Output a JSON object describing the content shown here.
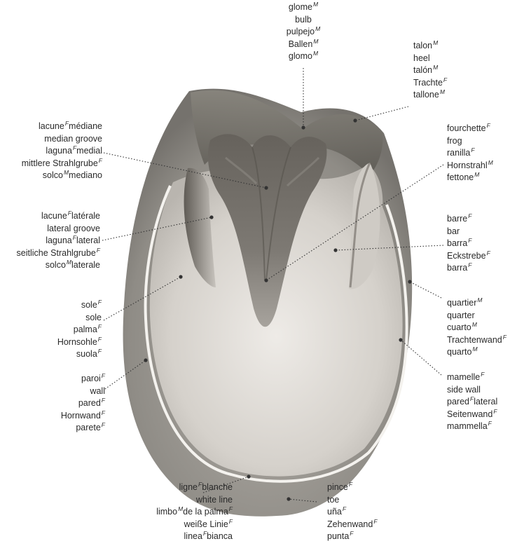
{
  "diagram": {
    "colors": {
      "wall": "#8f8c86",
      "sole": "#d9d5cf",
      "frog": "#6f6b65",
      "white_line": "#f4f2ee",
      "leader": "#333333"
    },
    "labels": [
      {
        "key": "glome",
        "lines": [
          {
            "w": "glome",
            "g": "M"
          },
          {
            "w": "bulb",
            "g": ""
          },
          {
            "w": "pulpejo",
            "g": "M"
          },
          {
            "w": "Ballen",
            "g": "M"
          },
          {
            "w": "glomo",
            "g": "M"
          }
        ]
      },
      {
        "key": "talon",
        "lines": [
          {
            "w": "talon",
            "g": "M"
          },
          {
            "w": "heel",
            "g": ""
          },
          {
            "w": "talón",
            "g": "M"
          },
          {
            "w": "Trachte",
            "g": "F"
          },
          {
            "w": "tallone",
            "g": "M"
          }
        ]
      },
      {
        "key": "lacune_mediane",
        "lines": [
          {
            "w": "lacune",
            "g": "F",
            "t": "médiane"
          },
          {
            "w": "median groove",
            "g": ""
          },
          {
            "w": "laguna",
            "g": "F",
            "t": "medial"
          },
          {
            "w": "mittlere Strahlgrube",
            "g": "F"
          },
          {
            "w": "solco",
            "g": "M",
            "t": "mediano"
          }
        ]
      },
      {
        "key": "fourchette",
        "lines": [
          {
            "w": "fourchette",
            "g": "F"
          },
          {
            "w": "frog",
            "g": ""
          },
          {
            "w": "ranilla",
            "g": "F"
          },
          {
            "w": "Hornstrahl",
            "g": "M"
          },
          {
            "w": "fettone",
            "g": "M"
          }
        ]
      },
      {
        "key": "lacune_laterale",
        "lines": [
          {
            "w": "lacune",
            "g": "F",
            "t": "latérale"
          },
          {
            "w": "lateral groove",
            "g": ""
          },
          {
            "w": "laguna",
            "g": "F",
            "t": "lateral"
          },
          {
            "w": "seitliche Strahlgrube",
            "g": "F"
          },
          {
            "w": "solco",
            "g": "M",
            "t": "laterale"
          }
        ]
      },
      {
        "key": "barre",
        "lines": [
          {
            "w": "barre",
            "g": "F"
          },
          {
            "w": "bar",
            "g": ""
          },
          {
            "w": "barra",
            "g": "F"
          },
          {
            "w": "Eckstrebe",
            "g": "F"
          },
          {
            "w": "barra",
            "g": "F"
          }
        ]
      },
      {
        "key": "sole",
        "lines": [
          {
            "w": "sole",
            "g": "F"
          },
          {
            "w": "sole",
            "g": ""
          },
          {
            "w": "palma",
            "g": "F"
          },
          {
            "w": "Hornsohle",
            "g": "F"
          },
          {
            "w": "suola",
            "g": "F"
          }
        ]
      },
      {
        "key": "quartier",
        "lines": [
          {
            "w": "quartier",
            "g": "M"
          },
          {
            "w": "quarter",
            "g": ""
          },
          {
            "w": "cuarto",
            "g": "M"
          },
          {
            "w": "Trachtenwand",
            "g": "F"
          },
          {
            "w": "quarto",
            "g": "M"
          }
        ]
      },
      {
        "key": "paroi",
        "lines": [
          {
            "w": "paroi",
            "g": "F"
          },
          {
            "w": "wall",
            "g": ""
          },
          {
            "w": "pared",
            "g": "F"
          },
          {
            "w": "Hornwand",
            "g": "F"
          },
          {
            "w": "parete",
            "g": "F"
          }
        ]
      },
      {
        "key": "mamelle",
        "lines": [
          {
            "w": "mamelle",
            "g": "F"
          },
          {
            "w": "side wall",
            "g": ""
          },
          {
            "w": "pared",
            "g": "F",
            "t": "lateral"
          },
          {
            "w": "Seitenwand",
            "g": "F"
          },
          {
            "w": "mammella",
            "g": "F"
          }
        ]
      },
      {
        "key": "ligne_blanche",
        "lines": [
          {
            "w": "ligne",
            "g": "F",
            "t": "blanche"
          },
          {
            "w": "white line",
            "g": ""
          },
          {
            "w": "limbo",
            "g": "M",
            "t": "de la palma",
            "g2": "F"
          },
          {
            "w": "weiße Linie",
            "g": "F"
          },
          {
            "w": "linea",
            "g": "F",
            "t": "bianca"
          }
        ]
      },
      {
        "key": "pince",
        "lines": [
          {
            "w": "pince",
            "g": "F"
          },
          {
            "w": "toe",
            "g": ""
          },
          {
            "w": "uña",
            "g": "F"
          },
          {
            "w": "Zehenwand",
            "g": "F"
          },
          {
            "w": "punta",
            "g": "F"
          }
        ]
      }
    ]
  }
}
